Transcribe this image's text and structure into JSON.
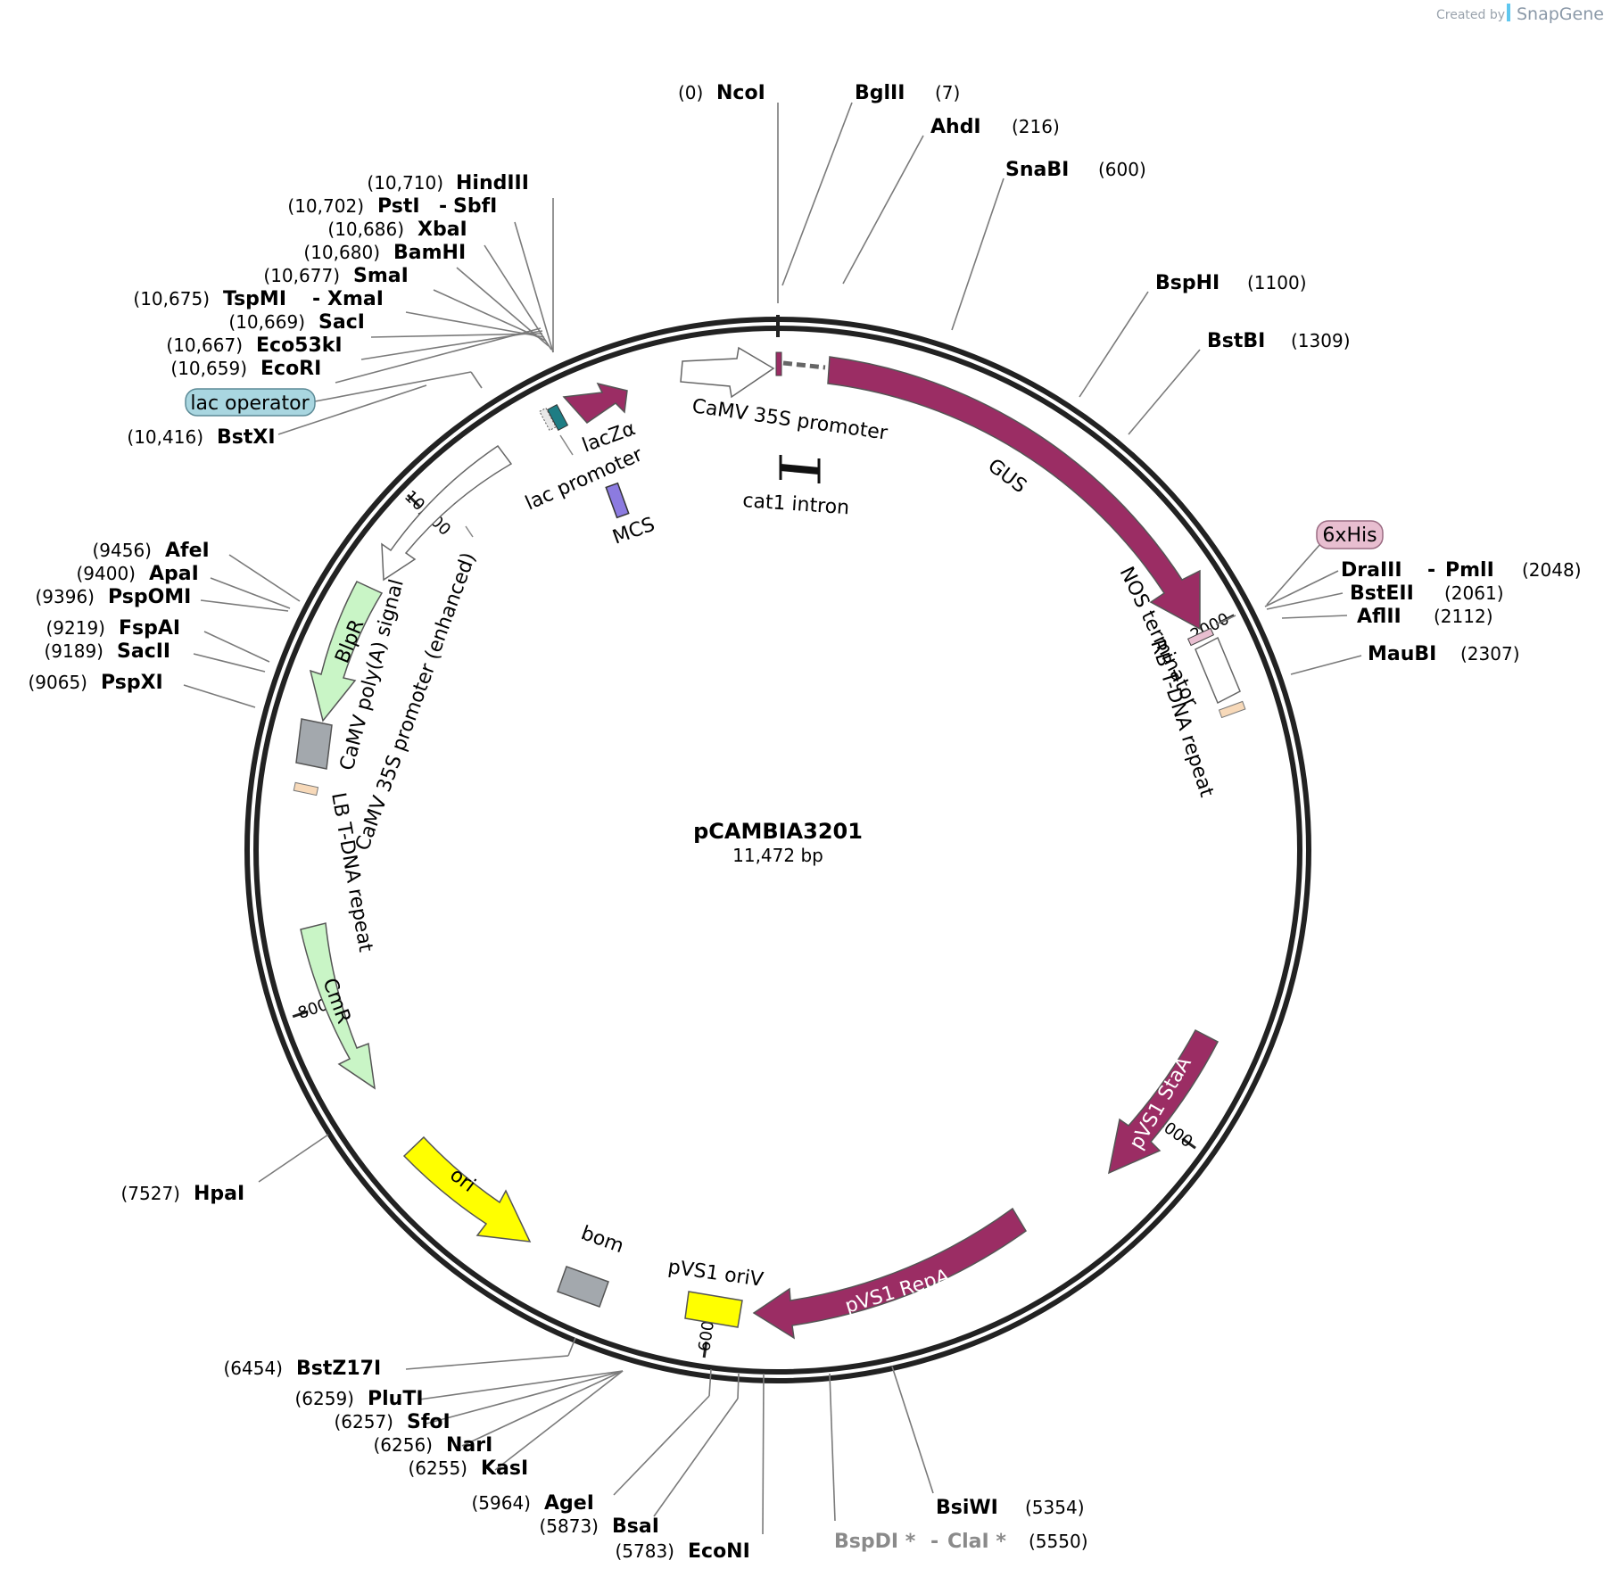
{
  "credit": {
    "prefix": "Created by",
    "brand": "SnapGene"
  },
  "plasmid": {
    "name": "pCAMBIA3201",
    "size_label": "11,472 bp",
    "length": 11472
  },
  "ticks": [
    {
      "pos": 2000,
      "label": "2000"
    },
    {
      "pos": 4000,
      "label": "4000"
    },
    {
      "pos": 6000,
      "label": "6000"
    },
    {
      "pos": 8000,
      "label": "8000"
    },
    {
      "pos": 10000,
      "label": "10,000"
    }
  ],
  "sites_right": [
    {
      "name": "NcoI",
      "pos": "(0)",
      "pos_first": true
    },
    {
      "name": "BglII",
      "pos": "(7)"
    },
    {
      "name": "AhdI",
      "pos": "(216)"
    },
    {
      "name": "SnaBI",
      "pos": "(600)"
    },
    {
      "name": "BspHI",
      "pos": "(1100)"
    },
    {
      "name": "BstBI",
      "pos": "(1309)"
    },
    {
      "name": "DraIII",
      "name2": "PmlI",
      "pos": "(2048)"
    },
    {
      "name": "BstEII",
      "pos": "(2061)"
    },
    {
      "name": "AflII",
      "pos": "(2112)"
    },
    {
      "name": "MauBI",
      "pos": "(2307)"
    },
    {
      "name": "BsiWI",
      "pos": "(5354)"
    },
    {
      "name": "BspDI *",
      "name2": "ClaI *",
      "pos": "(5550)",
      "gray": true
    }
  ],
  "sites_left": [
    {
      "name": "HindIII",
      "pos": "(10,710)"
    },
    {
      "name": "PstI",
      "name2": "SbfI",
      "pos": "(10,702)"
    },
    {
      "name": "XbaI",
      "pos": "(10,686)"
    },
    {
      "name": "BamHI",
      "pos": "(10,680)"
    },
    {
      "name": "SmaI",
      "pos": "(10,677)"
    },
    {
      "name": "TspMI",
      "name2": "XmaI",
      "pos": "(10,675)"
    },
    {
      "name": "SacI",
      "pos": "(10,669)"
    },
    {
      "name": "Eco53kI",
      "pos": "(10,667)"
    },
    {
      "name": "EcoRI",
      "pos": "(10,659)"
    },
    {
      "name": "BstXI",
      "pos": "(10,416)"
    },
    {
      "name": "AfeI",
      "pos": "(9456)"
    },
    {
      "name": "ApaI",
      "pos": "(9400)"
    },
    {
      "name": "PspOMI",
      "pos": "(9396)"
    },
    {
      "name": "FspAI",
      "pos": "(9219)"
    },
    {
      "name": "SacII",
      "pos": "(9189)"
    },
    {
      "name": "PspXI",
      "pos": "(9065)"
    },
    {
      "name": "HpaI",
      "pos": "(7527)"
    },
    {
      "name": "BstZ17I",
      "pos": "(6454)"
    },
    {
      "name": "PluTI",
      "pos": "(6259)"
    },
    {
      "name": "SfoI",
      "pos": "(6257)"
    },
    {
      "name": "NarI",
      "pos": "(6256)"
    },
    {
      "name": "KasI",
      "pos": "(6255)"
    },
    {
      "name": "AgeI",
      "pos": "(5964)"
    },
    {
      "name": "BsaI",
      "pos": "(5873)"
    },
    {
      "name": "EcoNI",
      "pos": "(5783)"
    }
  ],
  "boxed_labels": {
    "lac_operator": "lac operator",
    "his_tag": "6xHis"
  },
  "features": {
    "camv35s_top": "CaMV 35S promoter",
    "gus": "GUS",
    "cat1_intron": "cat1 intron",
    "lacz": "lacZα",
    "lac_promoter": "lac promoter",
    "mcs": "MCS",
    "nos_terminator": "NOS terminator",
    "rb_repeat": "RB T-DNA repeat",
    "pvs1_staa": "pVS1 StaA",
    "pvs1_repa": "pVS1 RepA",
    "pvs1_oriv": "pVS1 oriV",
    "bom": "bom",
    "ori": "ori",
    "cmr": "CmR",
    "lb_repeat": "LB T-DNA repeat",
    "camv_polya": "CaMV poly(A) signal",
    "camv35s_enh": "CaMV 35S promoter (enhanced)",
    "blpr": "BlpR"
  },
  "colors": {
    "gus": "#9b2d64",
    "blpr": "#c9f5c6",
    "ori": "#ffff00",
    "grey_feature": "#a3a8ad",
    "lac_operator_box": "#a9d6e0",
    "his_box": "#e8bed0",
    "lb_rb": "#f7d9b9",
    "mcs": "#8c7be0"
  }
}
